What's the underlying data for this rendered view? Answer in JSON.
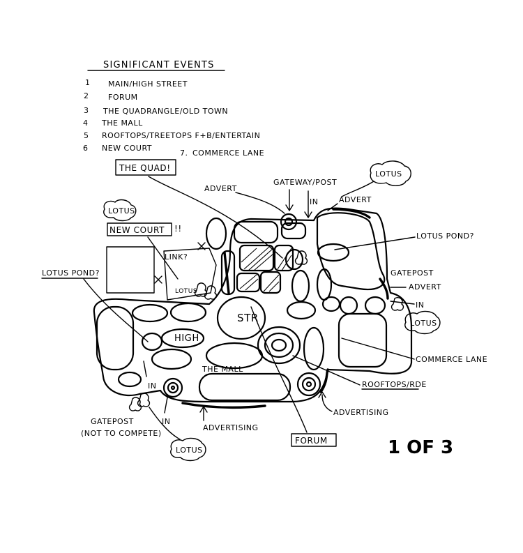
{
  "legend": {
    "title": "SIGNIFICANT EVENTS",
    "items": [
      {
        "num": "1",
        "label": "MAIN/HIGH STREET"
      },
      {
        "num": "2",
        "label": "FORUM"
      },
      {
        "num": "3",
        "label": "THE QUADRANGLE/OLD TOWN"
      },
      {
        "num": "4",
        "label": "THE MALL"
      },
      {
        "num": "5",
        "label": "ROOFTOPS/TREETOPS F+B/ENTERTAIN"
      },
      {
        "num": "6",
        "label": "NEW COURT"
      },
      {
        "num": "7.",
        "label": "COMMERCE LANE"
      }
    ]
  },
  "labels": {
    "the_quad": "THE QUAD!",
    "new_court": "NEW COURT",
    "new_court_marks": "!!",
    "lotus_top_left": "LOTUS",
    "lotus_top_right": "LOTUS",
    "lotus_right": "LOTUS",
    "lotus_bottom": "LOTUS",
    "lotus_small": "LOTUS",
    "link": "LINK?",
    "lotus_pond_left": "LOTUS POND?",
    "lotus_pond_right": "LOTUS POND?",
    "advert_top": "ADVERT",
    "gateway_post": "GATEWAY/POST",
    "in_top": "IN",
    "advert_top_right": "ADVERT",
    "gatepost_right": "GATEPOST",
    "advert_right": "ADVERT",
    "in_right": "IN",
    "commerce_lane": "COMMERCE LANE",
    "rooftops_rde": "ROOFTOPS/RDE",
    "advertising_right": "ADVERTISING",
    "advertising_bottom": "ADVERTISING",
    "forum": "FORUM",
    "the_mall": "THE MALL",
    "street": "STR",
    "high": "HIGH",
    "in_bottom_left": "IN",
    "in_bottom": "IN",
    "gatepost_bottom": "GATEPOST",
    "not_to_compete": "(NOT TO COMPETE)"
  },
  "page_indicator": "1 OF 3"
}
